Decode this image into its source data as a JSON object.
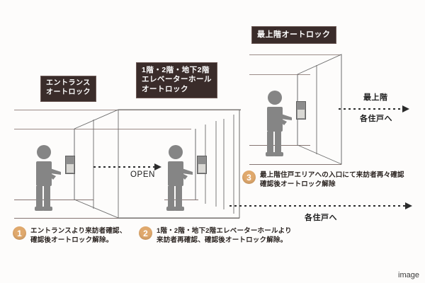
{
  "figure": {
    "title_plates": [
      {
        "id": "entrance",
        "text": "エントランス\nオートロック"
      },
      {
        "id": "elevator",
        "text": "1階・2階・地下2階\nエレベーターホール\nオートロック"
      },
      {
        "id": "top_floor",
        "text": "最上階オートロック"
      }
    ],
    "inline_labels": {
      "open": "OPEN",
      "top_floor_units_line1": "最上階",
      "top_floor_units_line2": "各住戸へ",
      "all_units": "各住戸へ"
    },
    "steps": [
      {
        "number": "1",
        "text": "エントランスより来訪者確認、\n確認後オートロック解除。"
      },
      {
        "number": "2",
        "text": "1階・2階・地下2階エレベーターホールより\n来訪者再確認、確認後オートロック解除。"
      },
      {
        "number": "3",
        "text": "最上階住戸エリアへの入口にて来訪者再々確認\n確認後オートロック解除"
      }
    ],
    "watermark": "image",
    "colors": {
      "plate_background": "#3a2c2a",
      "plate_text": "#ffffff",
      "step_number_circle": "#e0a96d",
      "person_fill": "#858585",
      "wireframe_line": "#6b6b6b",
      "guide_line": "#9b8b87",
      "panel_body": "#8d8d8d",
      "panel_screen": "#d9d8d4",
      "background": "#fdfcfb"
    }
  }
}
